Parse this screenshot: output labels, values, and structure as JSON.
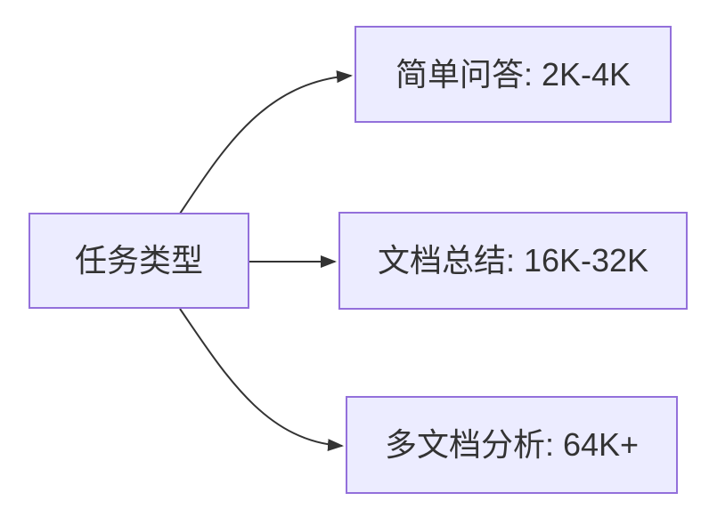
{
  "diagram": {
    "type": "flowchart",
    "direction": "left-to-right",
    "root": {
      "id": "task-type",
      "label": "任务类型"
    },
    "branches": [
      {
        "id": "simple-qa",
        "label": "简单问答: 2K-4K"
      },
      {
        "id": "doc-summary",
        "label": "文档总结: 16K-32K"
      },
      {
        "id": "multi-doc-analysis",
        "label": "多文档分析: 64K+"
      }
    ],
    "edges": [
      {
        "from": "task-type",
        "to": "simple-qa"
      },
      {
        "from": "task-type",
        "to": "doc-summary"
      },
      {
        "from": "task-type",
        "to": "multi-doc-analysis"
      }
    ]
  },
  "colors": {
    "node-fill": "#ECECFF",
    "node-border": "#9370DB",
    "edge-stroke": "#333333",
    "text-color": "#333333",
    "canvas-bg": "#FFFFFF"
  }
}
